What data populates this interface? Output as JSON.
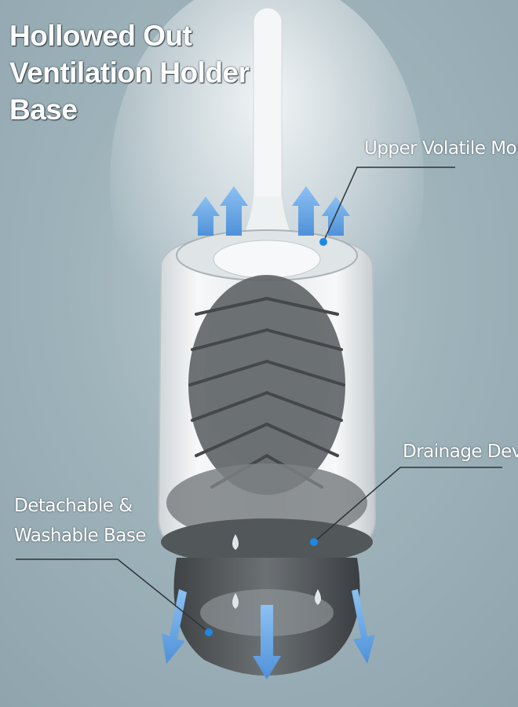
{
  "heading": {
    "line1": "Hollowed Out",
    "line2": "Ventilation Holder",
    "line3": "Base"
  },
  "callouts": {
    "upper_mouth": "Upper Volatile Mouth",
    "drainage": "Drainage Device",
    "base_line1": "Detachable &",
    "base_line2": "Washable Base"
  },
  "colors": {
    "background": "#9fb3bb",
    "arrow": "#6fa9e6",
    "holder_white": "#f2f4f5",
    "bristle_gray": "#5f6366",
    "callout_dot": "#1e88e5"
  }
}
